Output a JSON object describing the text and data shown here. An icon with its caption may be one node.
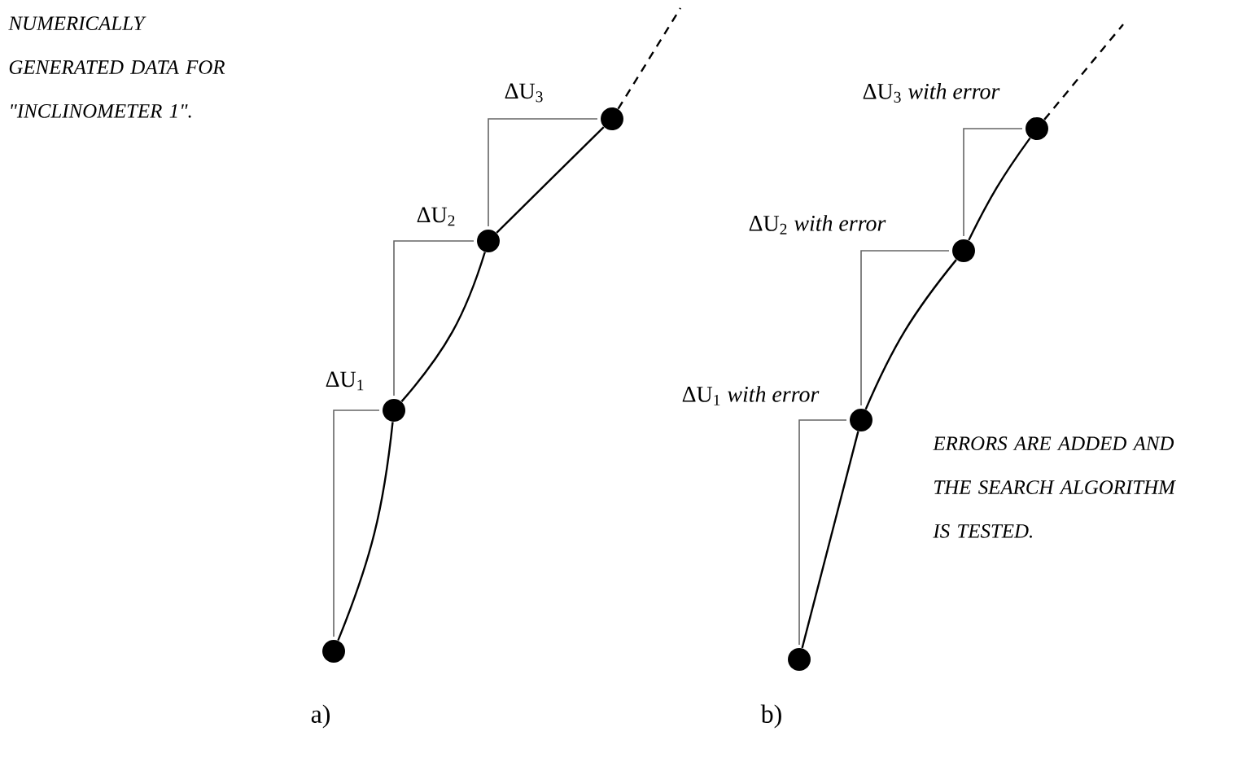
{
  "diagram": {
    "nodes": [
      {
        "text": [],
        "shape": "circle"
      },
      {
        "text": [],
        "shape": "circle",
        "beside": [
          "ΔU$_{1}$"
        ]
      },
      {
        "text": [],
        "shape": "circle",
        "beside": [
          "ΔU$_{2}$"
        ]
      },
      {
        "text": [],
        "shape": "circle",
        "beside": [
          "ΔU$_{3}$"
        ]
      },
      {
        "text": [],
        "shape": "circle"
      },
      {
        "text": [],
        "shape": "circle",
        "beside": [
          "ΔU$_{1}$ *with error*"
        ]
      },
      {
        "text": [],
        "shape": "circle",
        "beside": [
          "ΔU$_{2}$ *with error*"
        ]
      },
      {
        "text": [],
        "shape": "circle",
        "beside": [
          "ΔU$_{3}$ *with error*"
        ]
      }
    ],
    "edges": [
      {
        "from": 0,
        "to": 1,
        "arrow": "none"
      },
      {
        "from": 1,
        "to": 2,
        "arrow": "none"
      },
      {
        "from": 2,
        "to": 3,
        "arrow": "none"
      },
      {
        "from": 3,
        "to": null,
        "arrow": "none",
        "style": "dashed"
      },
      {
        "from": 4,
        "to": 5,
        "arrow": "none"
      },
      {
        "from": 5,
        "to": 6,
        "arrow": "none"
      },
      {
        "from": 6,
        "to": 7,
        "arrow": "none"
      },
      {
        "from": 7,
        "to": null,
        "arrow": "none",
        "style": "dashed"
      }
    ],
    "labels": [
      "NUMERICALLY GENERATED DATA FOR \"INCLINOMETER 1\".",
      "ERRORS ARE ADDED AND THE SEARCH ALGORITHM IS TESTED.",
      "a)",
      "b)"
    ]
  }
}
